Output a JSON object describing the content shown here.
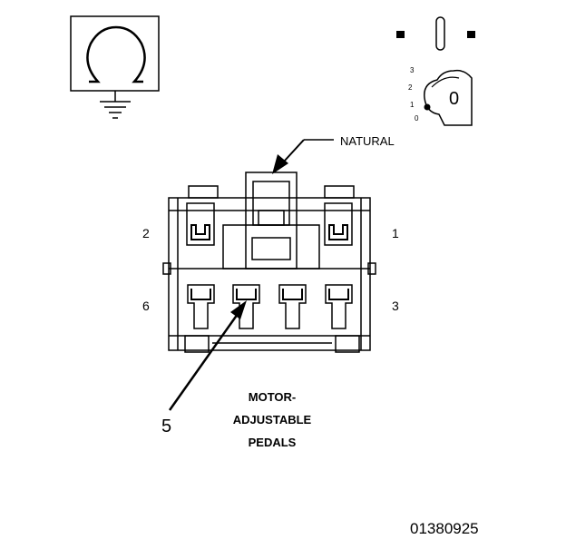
{
  "ohmmeter_icon": {
    "symbol": "ohm-meter-with-ground",
    "glyph": "Ω"
  },
  "ignition_key_icon": {
    "symbol": "ignition-switch-position-0",
    "position_labels": [
      "3",
      "2",
      "1",
      "0"
    ],
    "key_label": "0"
  },
  "connector": {
    "color_label": "NATURAL",
    "pin_labels": {
      "pin_2": "2",
      "pin_1": "1",
      "pin_6": "6",
      "pin_3": "3"
    },
    "test_pin_callout": "5",
    "caption_lines": [
      "MOTOR-",
      "ADJUSTABLE",
      "PEDALS"
    ]
  },
  "figure_id": "01380925",
  "colors": {
    "line": "#000000",
    "background": "#ffffff"
  }
}
